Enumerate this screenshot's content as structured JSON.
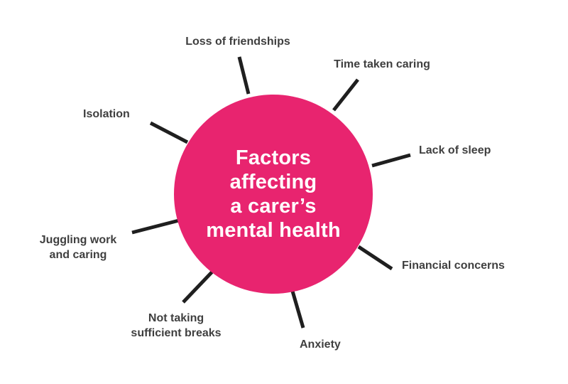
{
  "hub": {
    "title": "Factors\naffecting\na carer’s\nmental health"
  },
  "factors": [
    {
      "label": "Loss of friendships"
    },
    {
      "label": "Time taken caring"
    },
    {
      "label": "Lack of sleep"
    },
    {
      "label": "Financial concerns"
    },
    {
      "label": "Anxiety"
    },
    {
      "label": "Not taking\nsufficient breaks"
    },
    {
      "label": "Juggling work\nand caring"
    },
    {
      "label": "Isolation"
    }
  ],
  "colors": {
    "hub_fill": "#e8246f",
    "hub_text": "#ffffff",
    "label_text": "#3f3f3f",
    "connector": "#1f1f1f"
  }
}
